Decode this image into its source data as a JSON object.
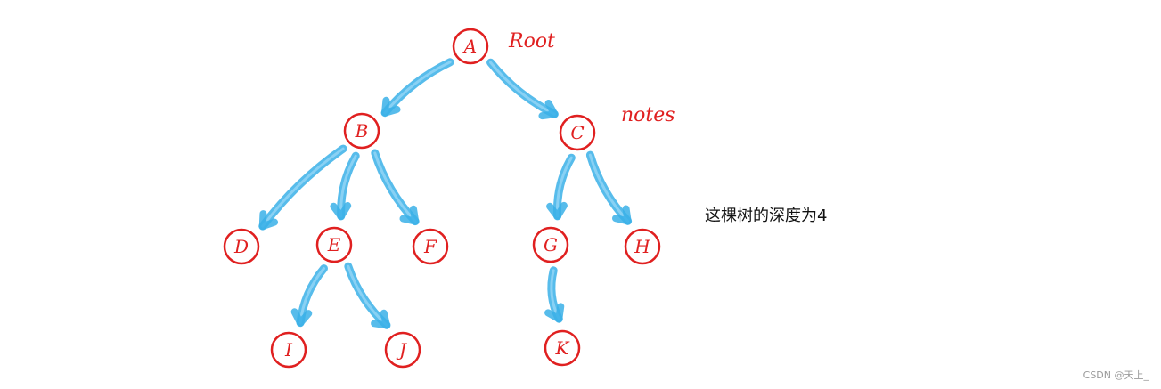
{
  "tree": {
    "nodes": [
      {
        "id": "A",
        "label": "A"
      },
      {
        "id": "B",
        "label": "B"
      },
      {
        "id": "C",
        "label": "C"
      },
      {
        "id": "D",
        "label": "D"
      },
      {
        "id": "E",
        "label": "E"
      },
      {
        "id": "F",
        "label": "F"
      },
      {
        "id": "G",
        "label": "G"
      },
      {
        "id": "H",
        "label": "H"
      },
      {
        "id": "I",
        "label": "I"
      },
      {
        "id": "J",
        "label": "J"
      },
      {
        "id": "K",
        "label": "K"
      }
    ],
    "edges": [
      [
        "A",
        "B"
      ],
      [
        "A",
        "C"
      ],
      [
        "B",
        "D"
      ],
      [
        "B",
        "E"
      ],
      [
        "B",
        "F"
      ],
      [
        "C",
        "G"
      ],
      [
        "C",
        "H"
      ],
      [
        "E",
        "I"
      ],
      [
        "E",
        "J"
      ],
      [
        "G",
        "K"
      ]
    ]
  },
  "annotations": {
    "root_label": "Root",
    "nodes_label": "notes"
  },
  "caption": "这棵树的深度为4",
  "watermark": "CSDN @天上_",
  "colors": {
    "node_stroke": "#e02020",
    "arrow": "#3ab0e8"
  }
}
